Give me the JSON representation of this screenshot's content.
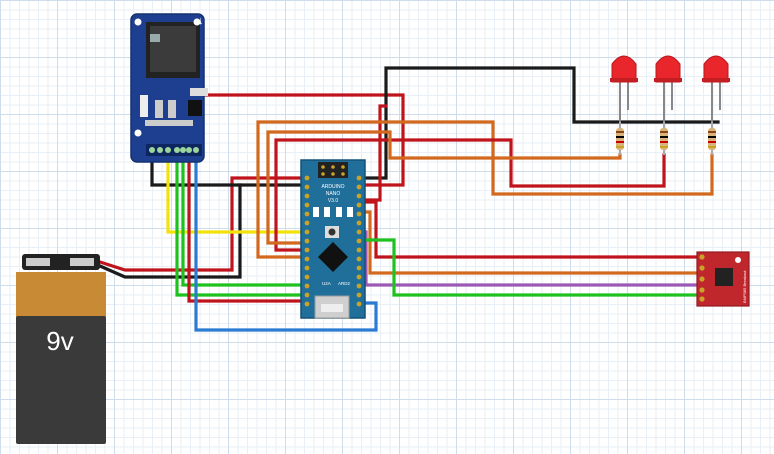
{
  "battery": {
    "label": "9v",
    "colors": {
      "cap": "#c98a36",
      "body": "#3a3a3a",
      "snap": "#222222"
    }
  },
  "arduino": {
    "title_line1": "ARDUINO",
    "title_line2": "NANO",
    "title_line3": "V3.0",
    "bottom_left": "U2A",
    "bottom_right": "ARD2",
    "board_color": "#1f6f9a"
  },
  "sd_module": {
    "board_color": "#1e3f8f",
    "arrow": "↓"
  },
  "breakout": {
    "label": "BMP085 Breakout",
    "board_color": "#c0272d"
  },
  "leds": [
    {
      "color": "red"
    },
    {
      "color": "red"
    },
    {
      "color": "red"
    }
  ],
  "wire_colors": {
    "red": "#c0141c",
    "black": "#1a1a1a",
    "orange": "#d2691e",
    "yellow": "#f2e20a",
    "green": "#1fc11f",
    "blue": "#2b7bd4",
    "purple": "#9b59b6"
  }
}
